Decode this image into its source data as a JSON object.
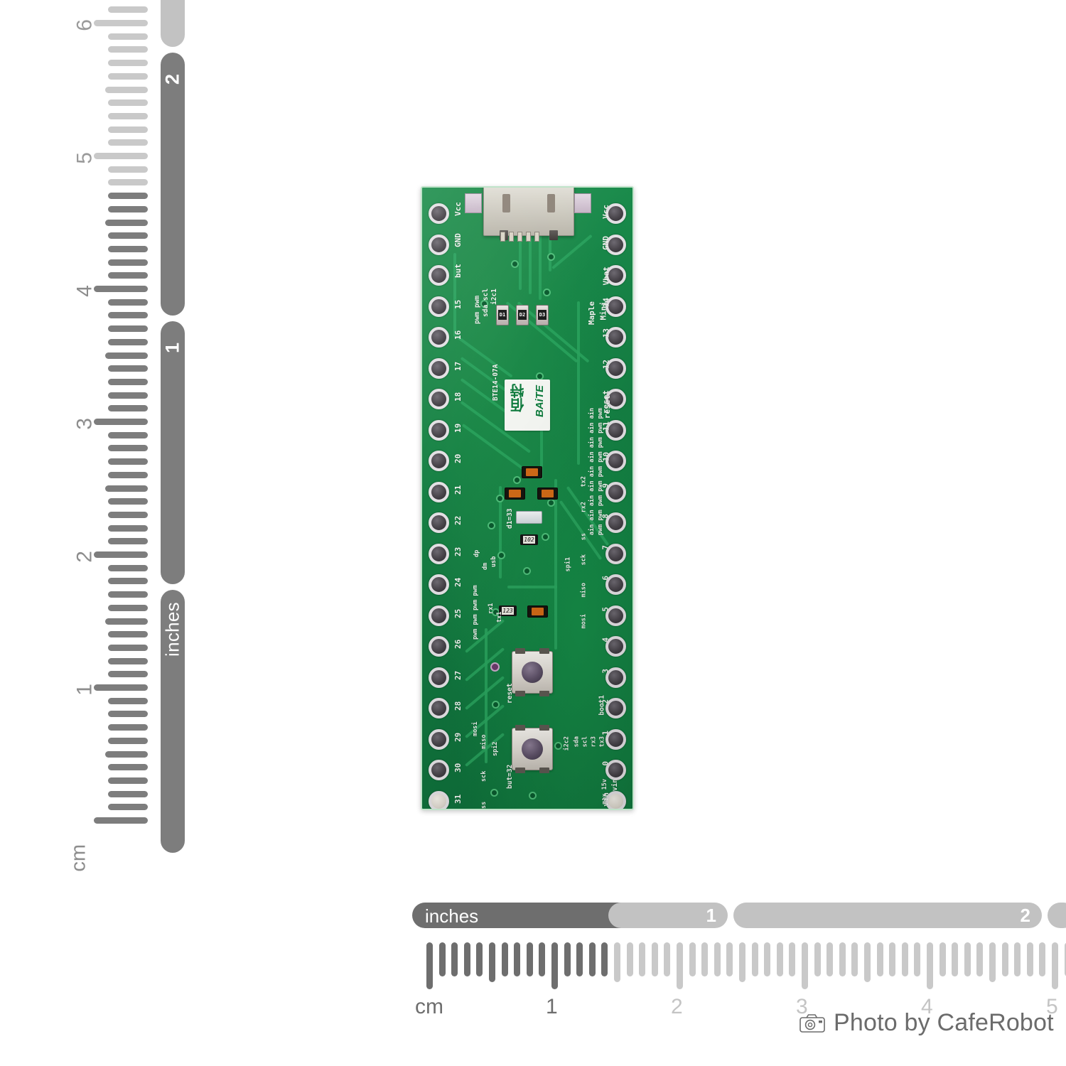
{
  "scene": {
    "description": "Product photo of a Maple Mini compatible STM32 development board on white background with measuring rulers",
    "background_color": "#ffffff"
  },
  "vertical_ruler": {
    "unit_label": "cm",
    "inches_label": "inches",
    "cm_numbers": [
      "1",
      "2",
      "3",
      "4",
      "5",
      "6"
    ],
    "inch_numbers": [
      "1",
      "2"
    ]
  },
  "horizontal_ruler": {
    "unit_label": "cm",
    "inches_label": "inches",
    "cm_numbers": [
      "1",
      "2",
      "3",
      "4",
      "5"
    ],
    "inch_numbers": [
      "1",
      "2"
    ]
  },
  "watermark": {
    "icon": "camera-icon",
    "text": "Photo by CafeRobot"
  },
  "board": {
    "brand_sticker": {
      "latin": "BAiTE",
      "chinese": "佰特"
    },
    "part_number": "BTE14-07A",
    "product_name_line1": "Maple",
    "product_name_line2": "Mini",
    "silkscreen_notes": [
      "reset",
      "but=32",
      "d1=33",
      "boot1",
      "vin max 15v",
      "usb",
      "dp",
      "dm",
      "spi1",
      "spi2",
      "i2c1",
      "i2c2"
    ],
    "left_pins": [
      {
        "num": "Vcc",
        "fn": ""
      },
      {
        "num": "GND",
        "fn": ""
      },
      {
        "num": "but",
        "fn": ""
      },
      {
        "num": "15",
        "fn": "pwm sda i2c1"
      },
      {
        "num": "16",
        "fn": "pwm scl i2c1"
      },
      {
        "num": "17",
        "fn": ""
      },
      {
        "num": "18",
        "fn": ""
      },
      {
        "num": "19",
        "fn": ""
      },
      {
        "num": "20",
        "fn": ""
      },
      {
        "num": "21",
        "fn": ""
      },
      {
        "num": "22",
        "fn": ""
      },
      {
        "num": "23",
        "fn": "dp usb"
      },
      {
        "num": "24",
        "fn": "dm usb"
      },
      {
        "num": "25",
        "fn": "pwm rx1"
      },
      {
        "num": "26",
        "fn": "pwm tx1"
      },
      {
        "num": "27",
        "fn": "pwm"
      },
      {
        "num": "28",
        "fn": "pwm mosi spi2"
      },
      {
        "num": "29",
        "fn": "miso spi2"
      },
      {
        "num": "30",
        "fn": "sck spi2"
      },
      {
        "num": "31",
        "fn": "ss spi2"
      }
    ],
    "right_pins": [
      {
        "num": "Vcc",
        "fn": ""
      },
      {
        "num": "GND",
        "fn": ""
      },
      {
        "num": "Vbat",
        "fn": ""
      },
      {
        "num": "14",
        "fn": ""
      },
      {
        "num": "13",
        "fn": ""
      },
      {
        "num": "12",
        "fn": ""
      },
      {
        "num": "reset",
        "fn": ""
      },
      {
        "num": "11",
        "fn": "pwm ain"
      },
      {
        "num": "10",
        "fn": "pwm ain"
      },
      {
        "num": "9",
        "fn": "pwm ain tx2"
      },
      {
        "num": "8",
        "fn": "pwm ain rx2"
      },
      {
        "num": "7",
        "fn": "pwm ain ss"
      },
      {
        "num": "6",
        "fn": "pwm ain sck"
      },
      {
        "num": "5",
        "fn": "pwm ain miso"
      },
      {
        "num": "4",
        "fn": "pwm ain mosi"
      },
      {
        "num": "3",
        "fn": "pwm ain"
      },
      {
        "num": "2",
        "fn": "boot1"
      },
      {
        "num": "1",
        "fn": "tx3 scl i2c2"
      },
      {
        "num": "0",
        "fn": "rx3 sda i2c2"
      },
      {
        "num": "vin",
        "fn": "max 15v"
      }
    ],
    "silk_left_stack": {
      "i2c1": "i2c1",
      "sda_scl": "sda scl",
      "pwm_pwm": "pwm pwm",
      "part": "BTE14-07A",
      "dp": "dp",
      "dm": "dm",
      "usb": "usb",
      "d1": "d1=33",
      "rx1": "rx1",
      "tx1": "tx1",
      "pwm_run": "pwm pwm pwm pwm",
      "mosi": "mosi",
      "miso": "miso",
      "sck": "sck",
      "ss": "ss",
      "spi2": "spi2",
      "reset": "reset",
      "but32": "but=32"
    },
    "silk_right_stack": {
      "maple": "Maple",
      "mini": "Mini",
      "reset": "reset",
      "pwm_row": "pwm pwm pwm pwm pwm pwm pwm pwm pwm",
      "ain_row": "ain ain ain ain ain ain ain ain ain",
      "tx2": "tx2",
      "rx2": "rx2",
      "ss": "ss",
      "sck": "sck",
      "miso": "miso",
      "mosi": "mosi",
      "boot1": "boot1",
      "tx3": "tx3",
      "rx3": "rx3",
      "scl": "scl",
      "sda": "sda",
      "i2c2": "i2c2",
      "vin": "vin",
      "max15v": "max 15v",
      "spi1": "spi1"
    },
    "components": {
      "usb_connector": "micro-usb-port",
      "diodes": [
        "D1",
        "D2",
        "D3"
      ],
      "resistor_label": "102",
      "resistor_label2": "123",
      "buttons": [
        "reset-button",
        "user-button"
      ]
    }
  },
  "colors": {
    "pcb_green": "#137a41",
    "silkscreen_white": "#f2f7f2",
    "ruler_dark": "#6e6e6e",
    "ruler_light": "#c4c4c4",
    "pad_silver": "#e3e0e4"
  }
}
